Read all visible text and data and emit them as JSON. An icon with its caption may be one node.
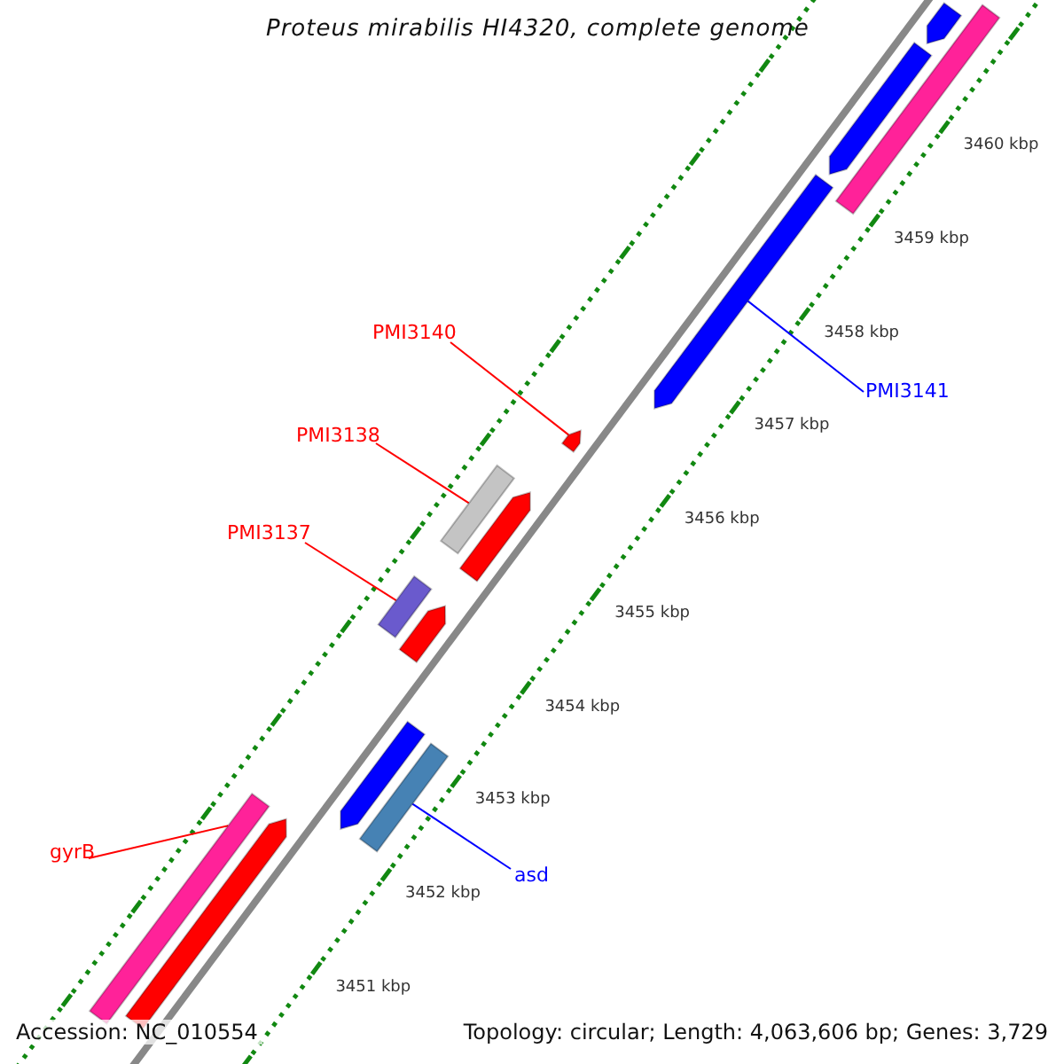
{
  "diagram": {
    "title": "Proteus mirabilis HI4320, complete genome",
    "nodes": [
      {
        "text": [
          "PMI3140"
        ]
      },
      {
        "text": [],
        "shape": "arrow"
      },
      {
        "text": [
          "PMI3141"
        ]
      },
      {
        "text": [],
        "shape": "arrow"
      },
      {
        "text": [
          "PMI3138"
        ]
      },
      {
        "text": [],
        "shape": "bar"
      },
      {
        "text": [
          "PMI3137"
        ]
      },
      {
        "text": [],
        "shape": "bar"
      },
      {
        "text": [
          "gyrB"
        ]
      },
      {
        "text": [],
        "shape": "bar"
      },
      {
        "text": [
          "asd"
        ]
      },
      {
        "text": [],
        "shape": "bar"
      },
      {
        "text": [],
        "shape": "arrow"
      },
      {
        "text": [],
        "shape": "bar"
      },
      {
        "text": [],
        "shape": "arrow"
      },
      {
        "text": [],
        "shape": "arrow"
      },
      {
        "text": [],
        "shape": "arrow"
      },
      {
        "text": [],
        "shape": "arrow"
      },
      {
        "text": [],
        "shape": "arrow"
      }
    ],
    "edges": [
      {
        "from": 0,
        "to": 1,
        "arrow": "none"
      },
      {
        "from": 2,
        "to": 3,
        "arrow": "none",
        "color": "#0000ff"
      },
      {
        "from": 4,
        "to": 5,
        "arrow": "none"
      },
      {
        "from": 6,
        "to": 7,
        "arrow": "none"
      },
      {
        "from": 8,
        "to": 9,
        "arrow": "none"
      },
      {
        "from": 10,
        "to": 11,
        "arrow": "none",
        "color": "#0000ff"
      }
    ],
    "labels": [
      "3460 kbp",
      "3459 kbp",
      "3458 kbp",
      "3457 kbp",
      "3456 kbp",
      "3455 kbp",
      "3454 kbp",
      "3453 kbp",
      "3452 kbp",
      "3451 kbp",
      "Accession: NC_010554",
      "Topology: circular; Length: 4,063,606 bp; Genes: 3,729"
    ]
  }
}
